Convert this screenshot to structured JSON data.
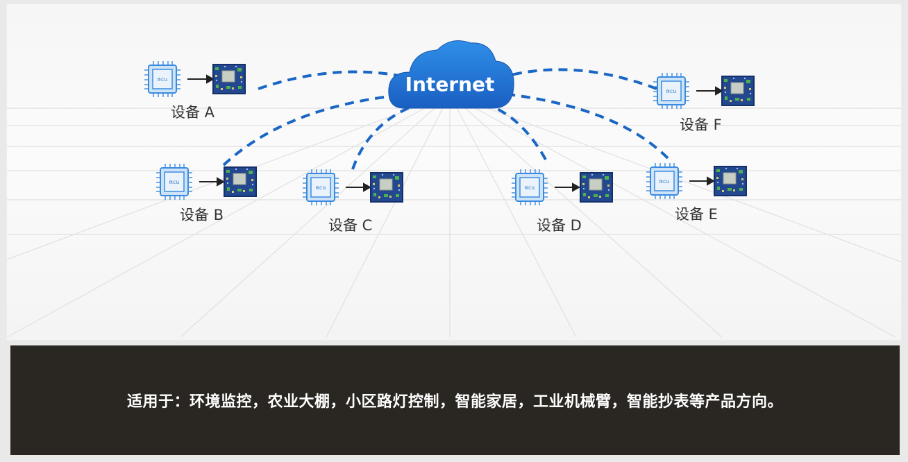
{
  "cloud": {
    "label": "Internet",
    "color": "#1d6fd0"
  },
  "chip": {
    "label": "mcu",
    "color": "#3a8be0"
  },
  "devices": [
    {
      "id": "a",
      "label": "设备 A"
    },
    {
      "id": "b",
      "label": "设备 B"
    },
    {
      "id": "c",
      "label": "设备 C"
    },
    {
      "id": "d",
      "label": "设备 D"
    },
    {
      "id": "e",
      "label": "设备 E"
    },
    {
      "id": "f",
      "label": "设备 F"
    }
  ],
  "caption": "适用于：环境监控，农业大棚，小区路灯控制，智能家居，工业机械臂，智能抄表等产品方向。",
  "colors": {
    "link": "#1a66c4",
    "caption_bg": "#2a2622"
  }
}
